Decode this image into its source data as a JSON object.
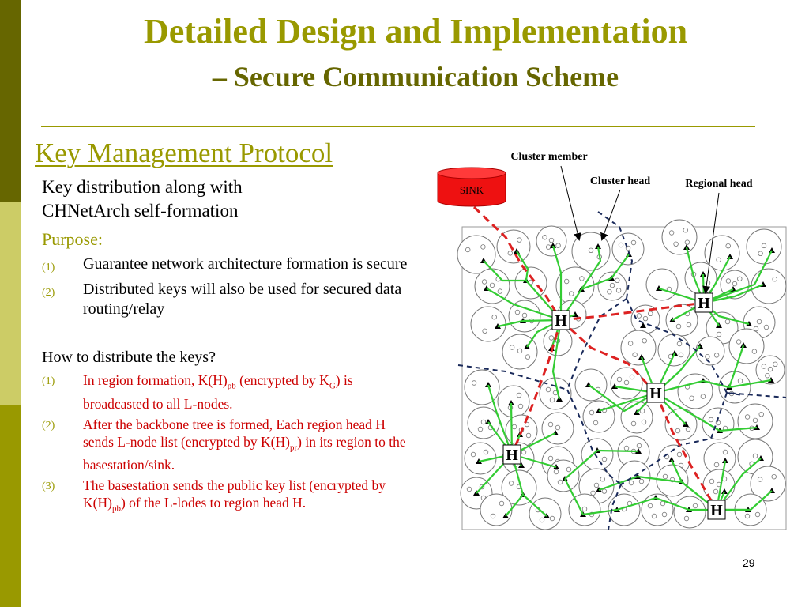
{
  "slide": {
    "title_line1": "Detailed Design and Implementation",
    "title_line2": "– Secure Communication Scheme",
    "section_heading": "Key Management Protocol",
    "intro": "Key distribution along with CHNetArch self-formation",
    "purpose_label": "Purpose:",
    "purpose_items": [
      {
        "num": "(1)",
        "text": "Guarantee network architecture formation is secure"
      },
      {
        "num": "(2)",
        "text": "Distributed keys will also be used for secured data routing/relay"
      }
    ],
    "howto_label": "How to distribute the keys?",
    "steps": [
      {
        "num": "(1)",
        "t1": "In region formation, K(H)",
        "s1": "pb",
        "t2": " (encrypted by K",
        "s2": "G",
        "t3": ") is broadcasted to all L-nodes."
      },
      {
        "num": "(2)",
        "t1": "After the backbone tree is formed, Each region head H sends L-node list (encrypted by K(H)",
        "s1": "pr",
        "t2": ") in its region to the basestation/sink."
      },
      {
        "num": "(3)",
        "t1": "The basestation sends the public key list (encrypted by K(H)",
        "s1": "pb",
        "t2": ") of the L-lodes to region head H."
      }
    ],
    "page_number": "29"
  },
  "diagram": {
    "sink_label": "SINK",
    "cluster_member_label": "Cluster member",
    "cluster_head_label": "Cluster head",
    "regional_head_label": "Regional head",
    "region_head_symbol": "H",
    "colors": {
      "sink_fill": "#ee1111",
      "backbone": "#dd2222",
      "cluster_link": "#33cc33",
      "boundary": "#1a2a5a",
      "accent": "#999900",
      "sidebar_dark": "#666600",
      "sidebar_light": "#cccc66"
    }
  }
}
